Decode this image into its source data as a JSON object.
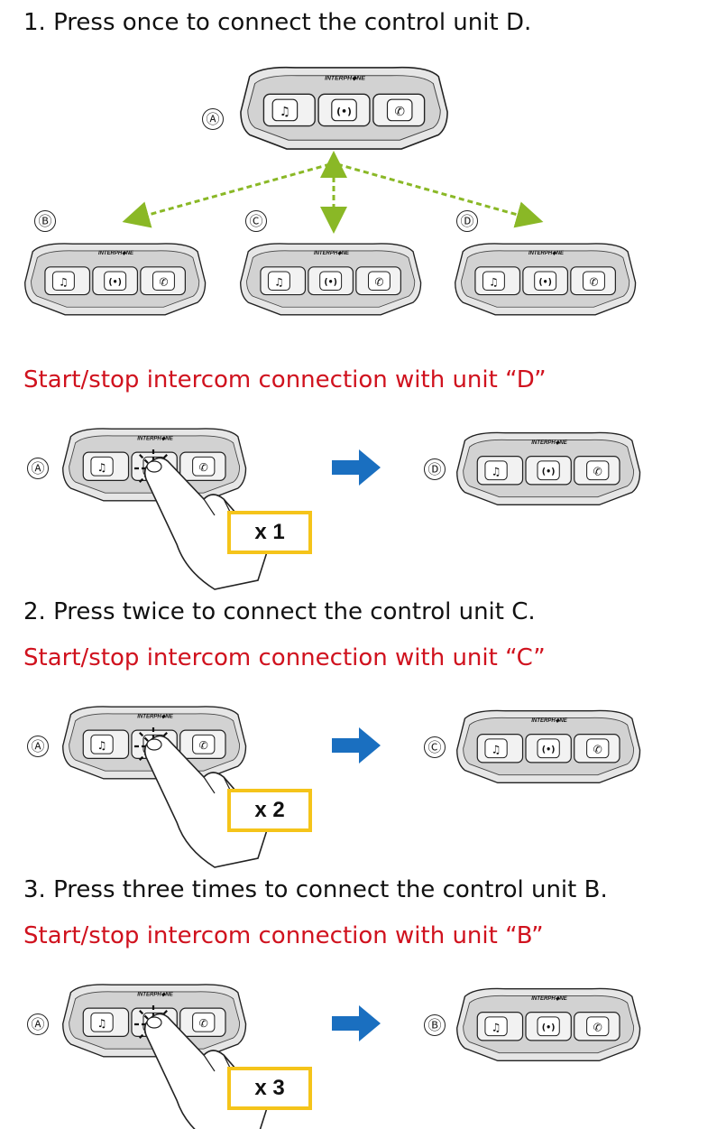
{
  "brand_mark": "INTERPHONE",
  "unit_labels": {
    "A": "Ⓐ",
    "B": "Ⓑ",
    "C": "Ⓒ",
    "D": "Ⓓ"
  },
  "diagram": {
    "title": "1. Press once to connect the control unit D.",
    "units": [
      "Ⓑ",
      "Ⓒ",
      "Ⓓ"
    ]
  },
  "steps": [
    {
      "title": "",
      "subtitle": "Start/stop intercom connection with unit “D”",
      "count": "x 1",
      "target": "Ⓓ"
    },
    {
      "title": "2. Press twice to connect the control unit C.",
      "subtitle": "Start/stop intercom connection with unit “C”",
      "count": "x 2",
      "target": "Ⓒ"
    },
    {
      "title": "3. Press three times to connect the control unit B.",
      "subtitle": "Start/stop intercom connection with unit “B”",
      "count": "x 3",
      "target": "Ⓑ"
    }
  ],
  "colors": {
    "accent_red": "#d0121e",
    "arrow_blue": "#1a6fc0",
    "dash_green": "#8ab826",
    "count_border": "#f5c41a"
  },
  "icons": [
    "music-note-icon",
    "intercom-icon",
    "phone-icon",
    "hand-pointer-icon",
    "right-arrow-icon"
  ]
}
